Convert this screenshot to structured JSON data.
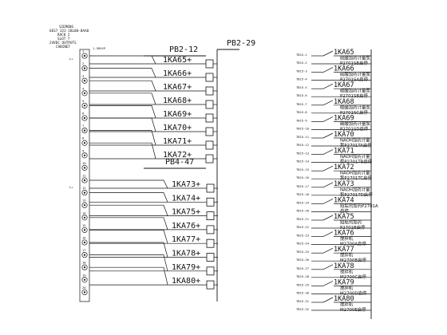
{
  "plc_module": {
    "brand": "SIEMENS",
    "order_no": "6ES7 322-1BL00-0AA0",
    "rack": "RACK 2",
    "slot": "SLOT 7",
    "io_type": "24VDC OUTPUTS",
    "chassis_label": "CABINET",
    "cable_tag": "1.5RVVP"
  },
  "bus_labels": {
    "pb2_12": "PB2-12",
    "pb2_29": "PB2-29",
    "pb4_47": "PB4-47"
  },
  "supply_marks": [
    "L+",
    "L+"
  ],
  "relay_group_a": [
    "1KA65+",
    "1KA66+",
    "1KA67+",
    "1KA68+",
    "1KA69+",
    "1KA70+",
    "1KA71+",
    "1KA72+"
  ],
  "relay_group_b": [
    "1KA73+",
    "1KA74+",
    "1KA75+",
    "1KA76+",
    "1KA77+",
    "1KA78+",
    "1KA79+",
    "1KA80+"
  ],
  "contacts": [
    {
      "terminal": "TB15-1",
      "relay": "1KA65",
      "desc": [
        "硫酸加药计量泵",
        "P2701SB启停"
      ]
    },
    {
      "terminal": "TB15-3",
      "relay": "1KA66",
      "desc": [
        "硫酸加药计量泵",
        "P2701SA启停"
      ]
    },
    {
      "terminal": "TB15-5",
      "relay": "1KA67",
      "desc": [
        "碳酸加药计量泵",
        "P2701SB启停"
      ]
    },
    {
      "terminal": "TB15-7",
      "relay": "1KA68",
      "desc": [
        "碳酸加药计量泵",
        "P2701SC启停"
      ]
    },
    {
      "terminal": "TB15-9",
      "relay": "1KA69",
      "desc": [
        "碳酸加药计量泵",
        "P2701SD启停"
      ]
    },
    {
      "terminal": "TB15-11",
      "relay": "1KA70",
      "desc": [
        "NAOH加药计量",
        "泵P2701TA启停"
      ]
    },
    {
      "terminal": "TB15-13",
      "relay": "1KA71",
      "desc": [
        "NAOH加药计量",
        "泵P2701TB启停"
      ]
    },
    {
      "terminal": "TB15-15",
      "relay": "1KA72",
      "desc": [
        "NAOH加药计量",
        "泵P2701TC启停"
      ]
    },
    {
      "terminal": "TB15-17",
      "relay": "1KA73",
      "desc": [
        "NAOH加药计量",
        "泵P2701TD启停"
      ]
    },
    {
      "terminal": "TB15-19",
      "relay": "1KA74",
      "desc": [
        "阻垢剂加药P2701A",
        "启停"
      ]
    },
    {
      "terminal": "TB15-21",
      "relay": "1KA75",
      "desc": [
        "阻垢剂加药",
        "P2701B启停"
      ]
    },
    {
      "terminal": "TB15-23",
      "relay": "1KA76",
      "desc": [
        "搅拌机",
        "M2700A启停"
      ]
    },
    {
      "terminal": "TB15-25",
      "relay": "1KA77",
      "desc": [
        "搅拌机",
        "M2700B启停"
      ]
    },
    {
      "terminal": "TB15-27",
      "relay": "1KA78",
      "desc": [
        "搅拌机",
        "M2700C启停"
      ]
    },
    {
      "terminal": "TB15-29",
      "relay": "1KA79",
      "desc": [
        "搅拌机",
        "M2700D启停"
      ]
    },
    {
      "terminal": "TB15-31",
      "relay": "1KA80",
      "desc": [
        "搅拌机",
        "M2700E启停"
      ]
    }
  ],
  "contact_counter_marks": [
    "TB15-2",
    "TB15-4",
    "TB15-6",
    "TB15-8",
    "TB15-10",
    "TB15-12",
    "TB15-14",
    "TB15-16",
    "TB15-18",
    "TB15-20",
    "TB15-22",
    "TB15-24",
    "TB15-26",
    "TB15-28",
    "TB15-30",
    "TB15-32"
  ]
}
